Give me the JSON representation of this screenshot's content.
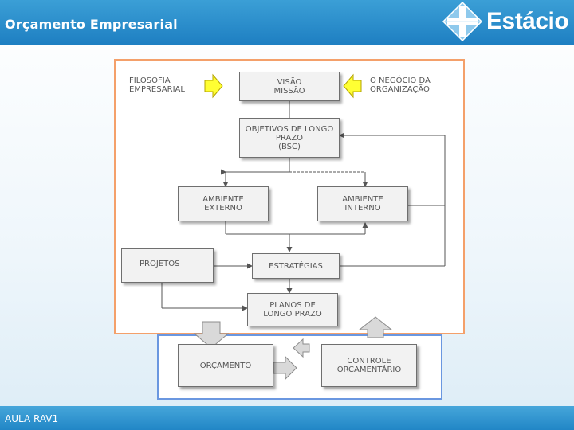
{
  "header": {
    "title": "Orçamento Empresarial",
    "logo_text": "Estácio"
  },
  "footer": {
    "text": "AULA RAV1"
  },
  "diagram": {
    "inputs": {
      "filosofia": "FILOSOFIA\nEMPRESARIAL",
      "negocio": "O NEGÓCIO DA\nORGANIZAÇÃO"
    },
    "boxes": {
      "visao": "VISÃO\nMISSÃO",
      "objetivos": "OBJETIVOS DE LONGO\nPRAZO\n(BSC)",
      "ambiente_externo": "AMBIENTE\nEXTERNO",
      "ambiente_interno": "AMBIENTE\nINTERNO",
      "projetos": "PROJETOS",
      "estrategias": "ESTRATÉGIAS",
      "planos": "PLANOS DE\nLONGO PRAZO",
      "orcamento": "ORÇAMENTO",
      "controle": "CONTROLE\nORÇAMENTÁRIO"
    },
    "colors": {
      "header": "#1e7fc2",
      "orange_frame": "#f4a06a",
      "blue_frame": "#6a97e0",
      "yellow_arrow": "#ffff33",
      "box_fill": "#f2f2f2"
    }
  }
}
